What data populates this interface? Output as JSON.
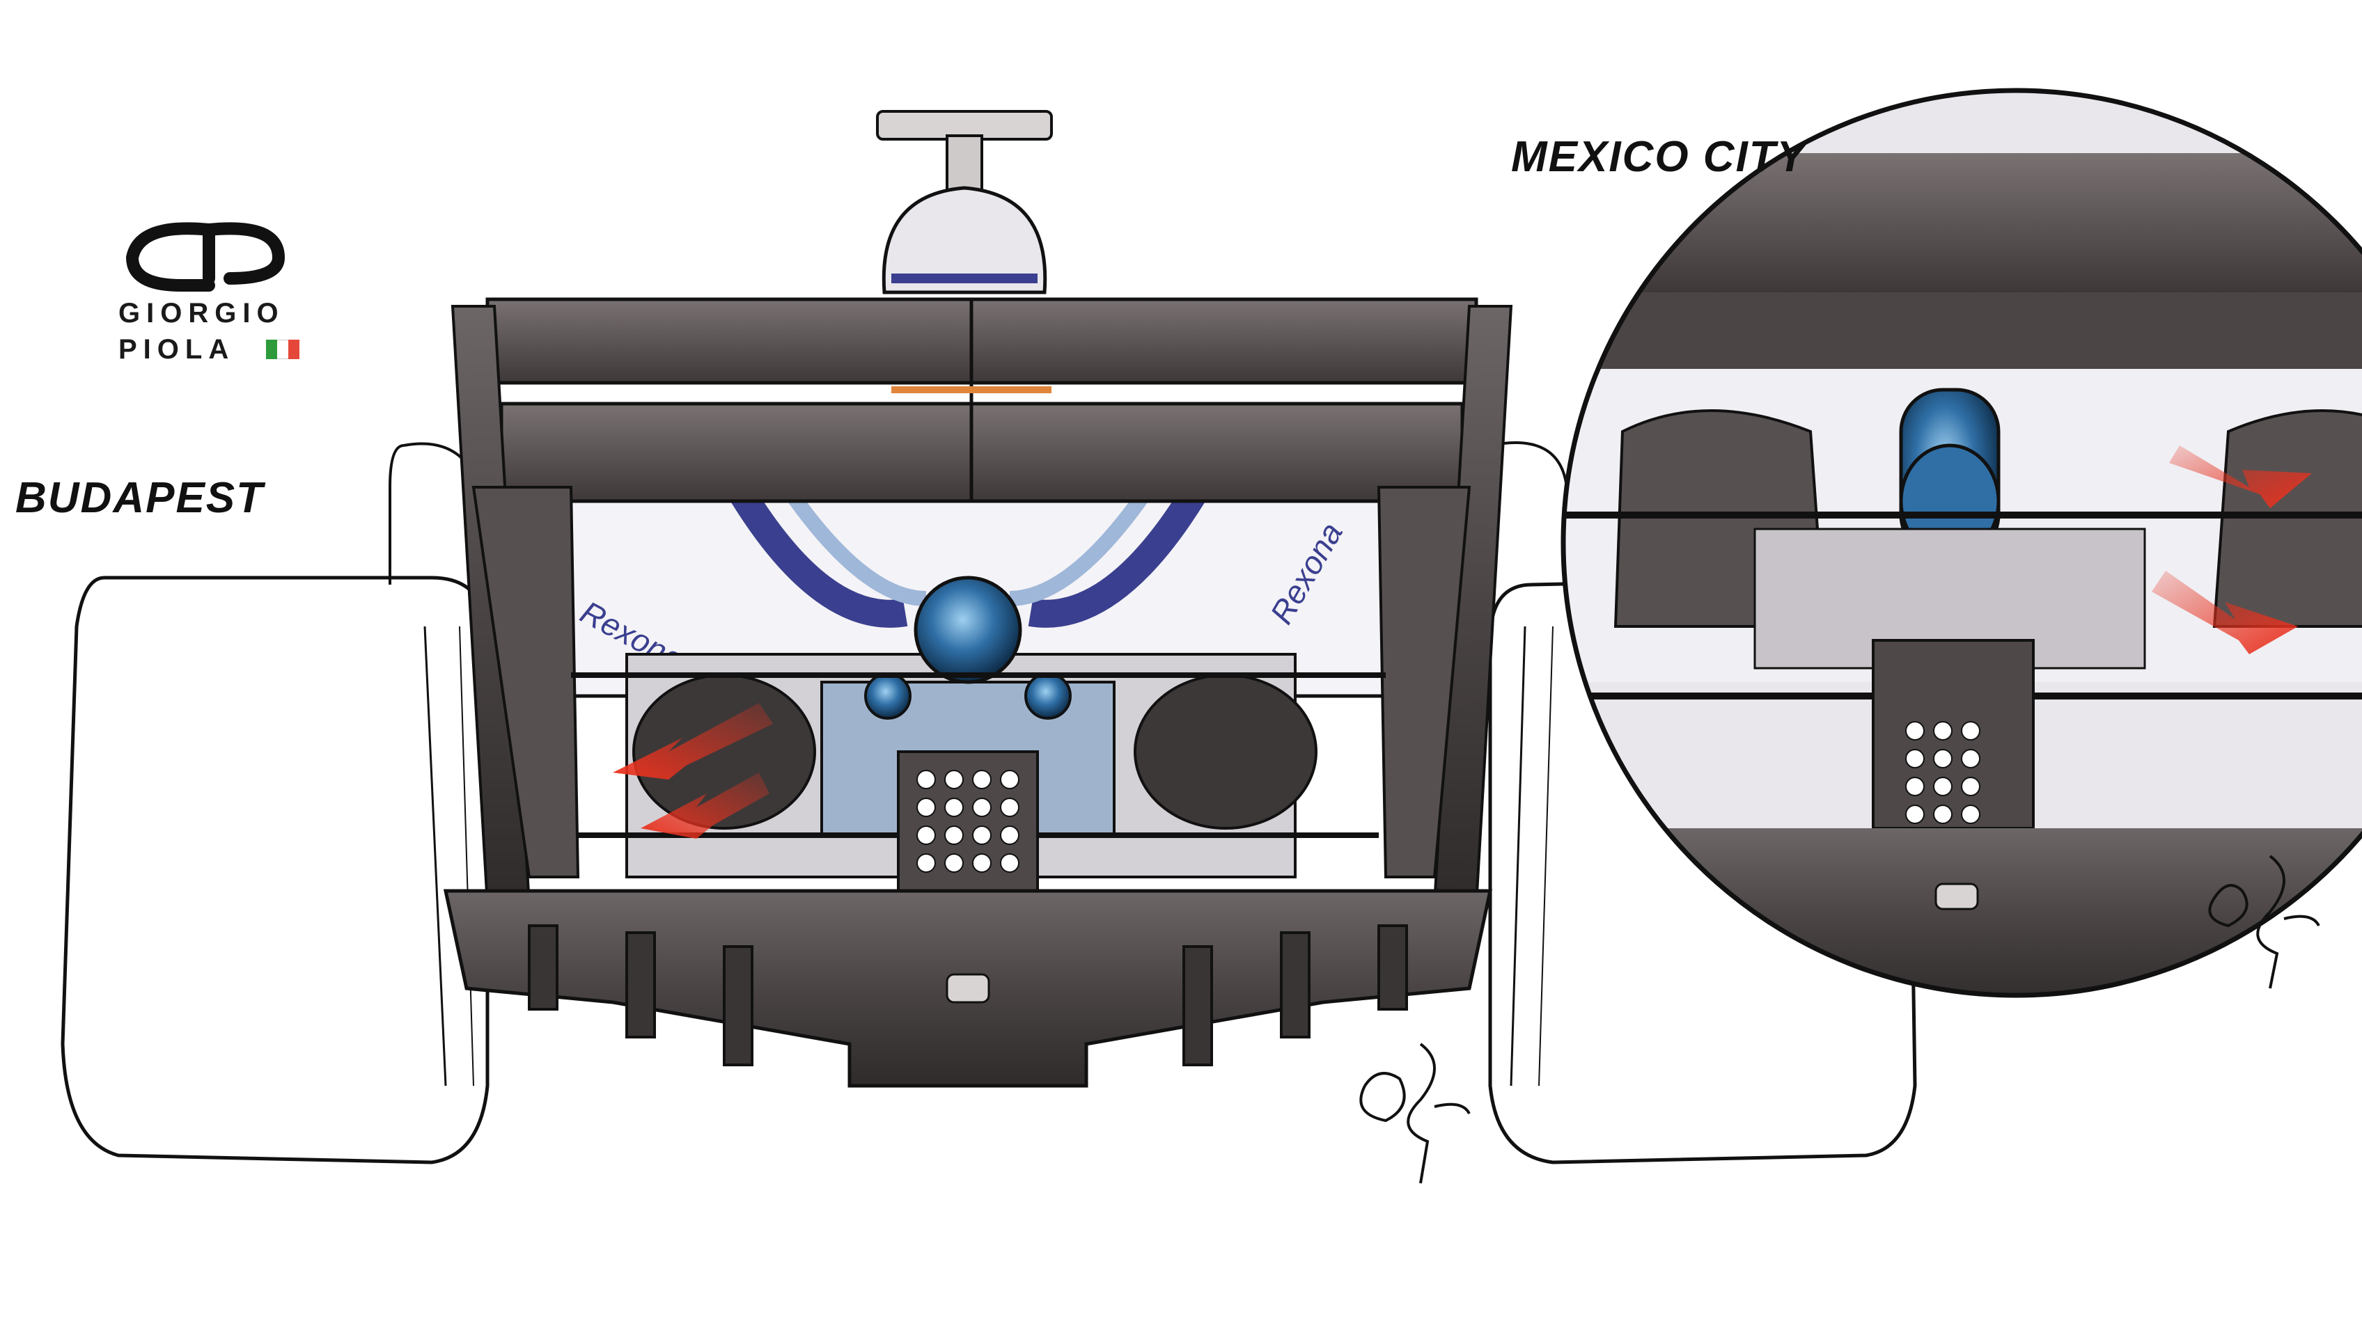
{
  "labels": {
    "budapest": "BUDAPEST",
    "mexico_city": "MEXICO CITY"
  },
  "logo": {
    "line1": "GIORGIO",
    "line2": "PIOLA",
    "flag_colors": [
      "#2e9b3a",
      "#ffffff",
      "#e5483a"
    ]
  },
  "colors": {
    "arrow_accent": "#e8321f",
    "carbon": "#4a4444",
    "livery_blue": "#3a3f8f",
    "exhaust_blue": "#2f6fa6"
  }
}
